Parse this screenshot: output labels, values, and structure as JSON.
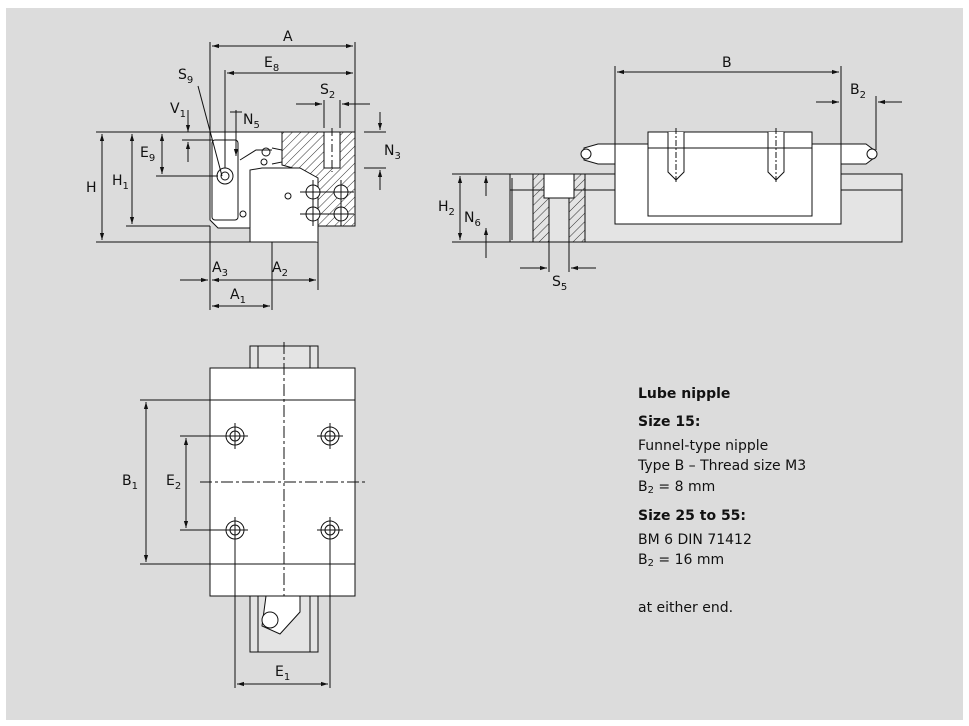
{
  "colors": {
    "panel": "#dcdcdc",
    "line": "#111111",
    "part_fill": "#ffffff",
    "rail_fill": "#e4e4e4"
  },
  "labels": {
    "A": "A",
    "E8": "E",
    "E8_sub": "8",
    "S9": "S",
    "S9_sub": "9",
    "V1": "V",
    "V1_sub": "1",
    "N5": "N",
    "N5_sub": "5",
    "S2": "S",
    "S2_sub": "2",
    "N3": "N",
    "N3_sub": "3",
    "E9": "E",
    "E9_sub": "9",
    "H": "H",
    "H1": "H",
    "H1_sub": "1",
    "A3": "A",
    "A3_sub": "3",
    "A2": "A",
    "A2_sub": "2",
    "A1": "A",
    "A1_sub": "1",
    "B": "B",
    "B2": "B",
    "B2_sub": "2",
    "H2": "H",
    "H2_sub": "2",
    "N6": "N",
    "N6_sub": "6",
    "S5": "S",
    "S5_sub": "5",
    "B1": "B",
    "B1_sub": "1",
    "E2": "E",
    "E2_sub": "2",
    "E1": "E",
    "E1_sub": "1"
  },
  "notes": {
    "title": "Lube nipple",
    "size15_heading": "Size 15:",
    "size15_line1": "Funnel-type nipple",
    "size15_line2": "Type B – Thread size M3",
    "size15_b2_prefix": "B",
    "size15_b2_sub": "2",
    "size15_b2_value": " = 8 mm",
    "size25_heading": "Size 25 to 55:",
    "size25_line1": "BM 6 DIN 71412",
    "size25_b2_prefix": "B",
    "size25_b2_sub": "2",
    "size25_b2_value": " = 16 mm",
    "footer": "at either end."
  }
}
